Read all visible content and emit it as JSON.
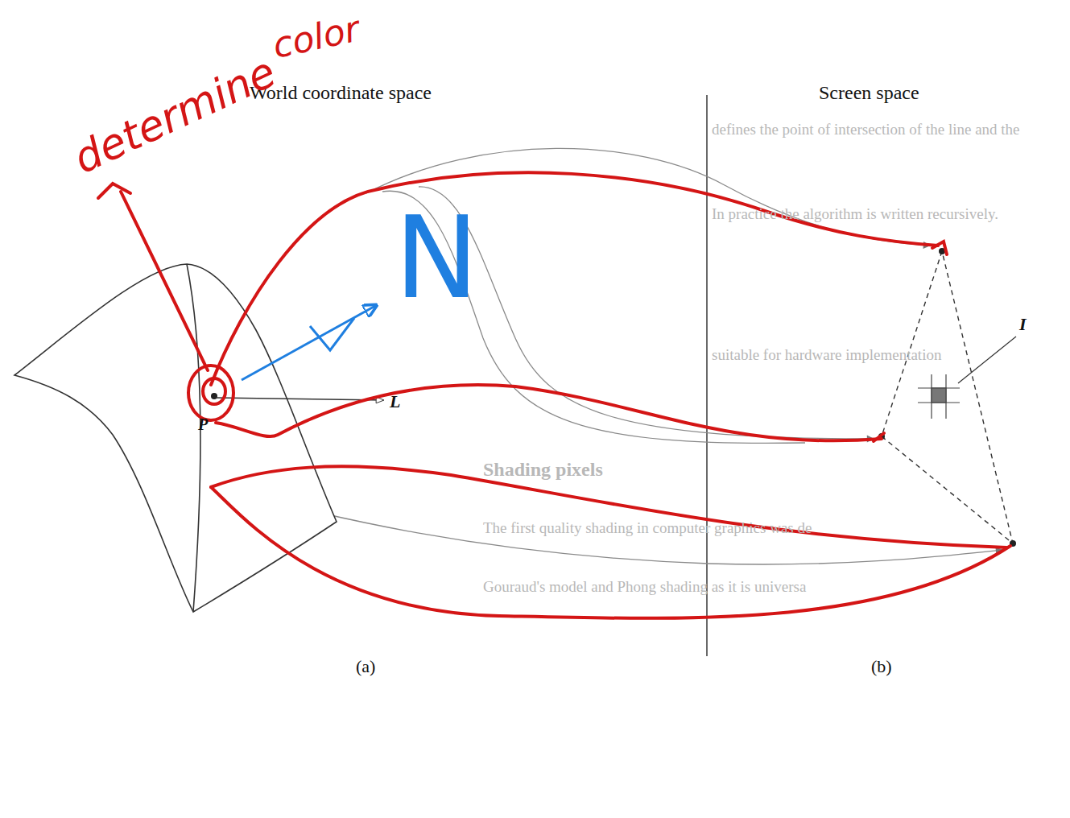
{
  "diagram": {
    "labels": [
      "World coordinate space",
      "Screen space",
      "(a)",
      "(b)",
      "L",
      "P",
      "I",
      "N",
      "determine",
      "color",
      "Shading pixels",
      "defines the point of intersection of the line and the",
      "In practice the algorithm is written recursively.",
      "suitable for hardware implementation",
      "The first quality shading in computer graphics was de",
      "Gouraud's model and Phong shading as it is universa"
    ]
  }
}
